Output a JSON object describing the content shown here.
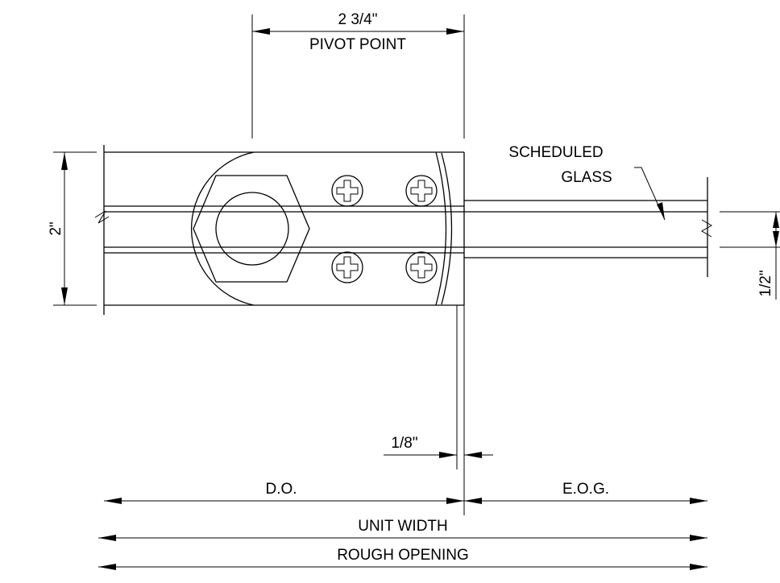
{
  "dimensions": {
    "pivot_point_value": "2 3/4\"",
    "pivot_point_label": "PIVOT POINT",
    "height_value": "2\"",
    "glass_value": "1/2\"",
    "gap_value": "1/8\""
  },
  "callout": {
    "line1": "SCHEDULED",
    "line2": "GLASS"
  },
  "bottom_dims": {
    "door_opening": "D.O.",
    "edge_of_glass": "E.O.G.",
    "unit_width": "UNIT WIDTH",
    "rough_opening": "ROUGH OPENING"
  }
}
